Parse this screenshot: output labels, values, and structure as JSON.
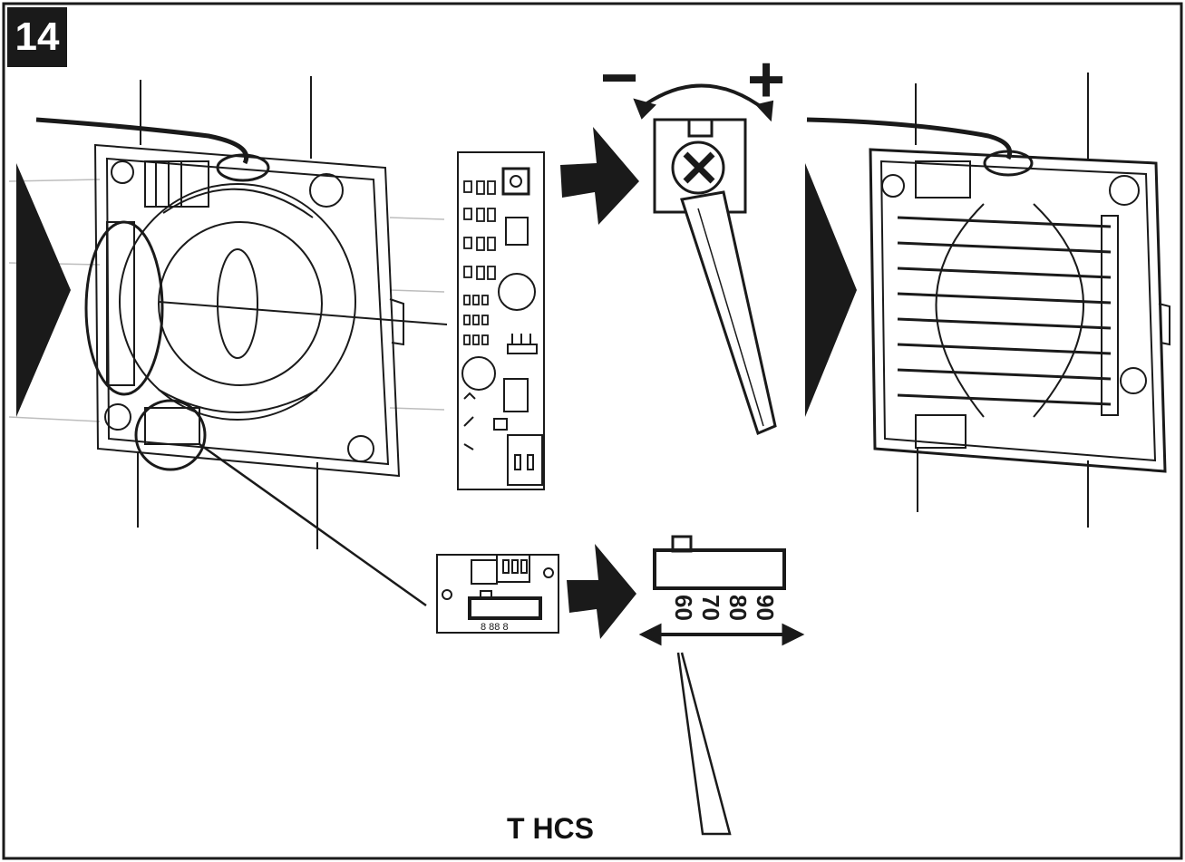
{
  "figure": {
    "step_number": "14",
    "caption": "T HCS"
  },
  "adjustment": {
    "minus_symbol": "−",
    "plus_symbol": "+"
  },
  "humidity_switch": {
    "scale": [
      "60",
      "70",
      "80",
      "90"
    ],
    "board_digits": "8 88 8"
  },
  "colors": {
    "ink": "#1a1a1a",
    "paper": "#ffffff"
  }
}
